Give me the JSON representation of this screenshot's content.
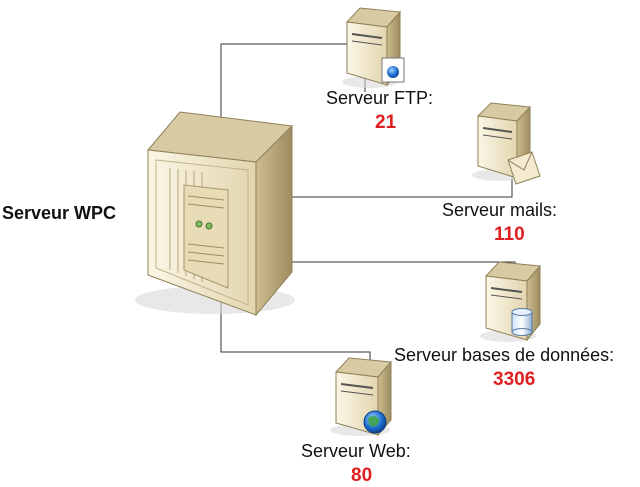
{
  "main_server": {
    "label": "Serveur WPC",
    "icon": "tower-server-icon"
  },
  "services": [
    {
      "id": "ftp",
      "label": "Serveur FTP:",
      "port": "21",
      "icon": "ftp-server-icon"
    },
    {
      "id": "mail",
      "label": "Serveur  mails:",
      "port": "110",
      "icon": "mail-server-icon"
    },
    {
      "id": "db",
      "label": "Serveur bases de données:",
      "port": "3306",
      "icon": "database-server-icon"
    },
    {
      "id": "web",
      "label": "Serveur Web:",
      "port": "80",
      "icon": "web-server-icon"
    }
  ],
  "colors": {
    "server_body": "#efe4c4",
    "server_side": "#b9a97a",
    "server_top": "#d8cba3",
    "port_text": "#e02020",
    "connector": "#333333"
  }
}
